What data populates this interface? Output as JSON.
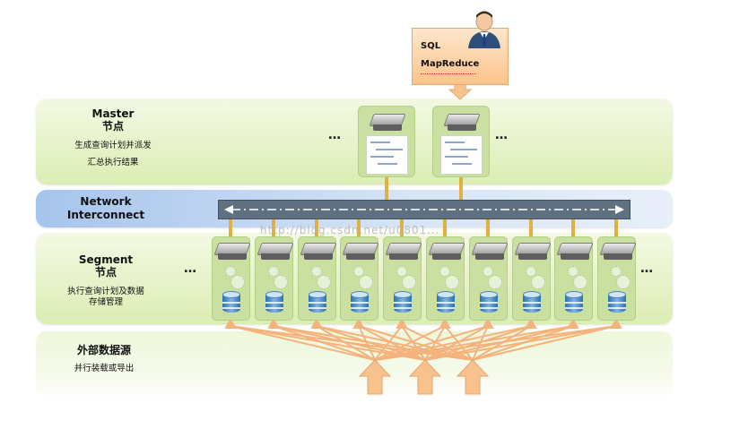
{
  "client": {
    "sql_label": "SQL",
    "mapreduce_label": "MapReduce"
  },
  "master": {
    "title": "Master",
    "subtitle": "节点",
    "desc_line1": "生成查询计划并派发",
    "desc_line2": "汇总执行结果",
    "ellipsis_left": "…",
    "ellipsis_right": "…",
    "node_count": 2
  },
  "network": {
    "title_line1": "Network",
    "title_line2": "Interconnect"
  },
  "segment": {
    "title": "Segment",
    "subtitle": "节点",
    "desc_line1": "执行查询计划及数据",
    "desc_line2": "存储管理",
    "ellipsis_left": "…",
    "ellipsis_right": "…",
    "node_count": 10
  },
  "external": {
    "title": "外部数据源",
    "desc": "并行装载或导出",
    "block_arrow_count": 3
  },
  "watermark": "http://blog.csdn.net/u0801...",
  "colors": {
    "band_green": "#dcedb4",
    "node_green": "#c9e0a0",
    "network_blue": "#a6c4ec",
    "arrow_orange": "#f5b27a",
    "connector_gold": "#e0b040"
  }
}
